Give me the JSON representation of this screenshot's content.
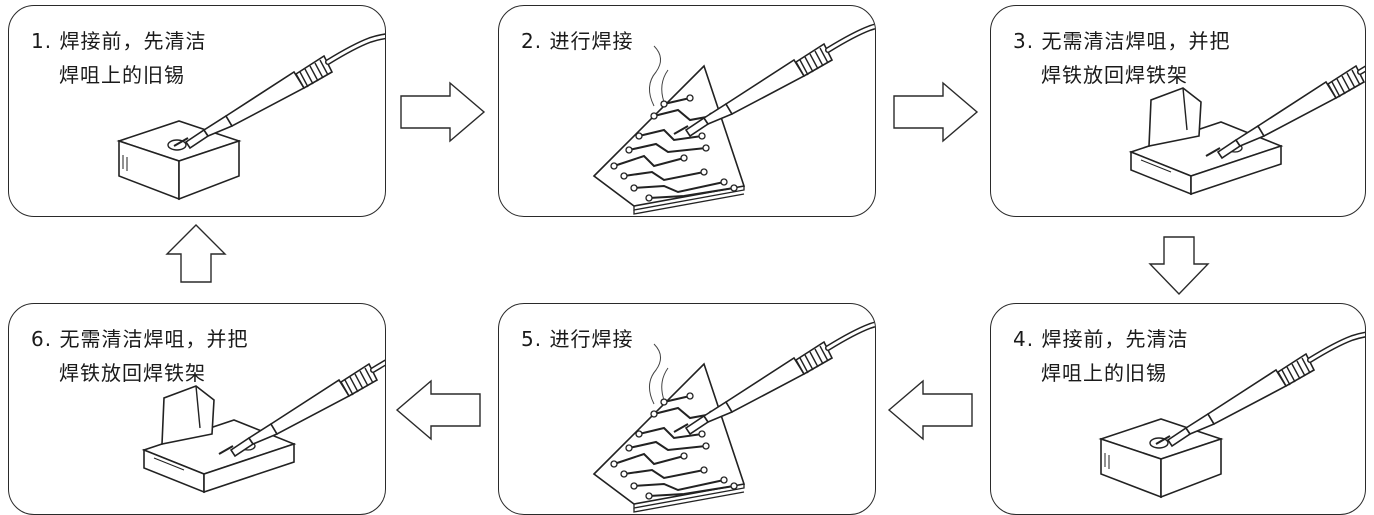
{
  "steps": [
    {
      "number": "1.",
      "line1": "焊接前，先清洁",
      "line2": "焊咀上的旧锡",
      "illustration": "iron-on-sponge"
    },
    {
      "number": "2.",
      "line1": "进行焊接",
      "line2": "",
      "illustration": "iron-soldering-pcb"
    },
    {
      "number": "3.",
      "line1": "无需清洁焊咀，并把",
      "line2": "焊铁放回焊铁架",
      "illustration": "iron-in-stand"
    },
    {
      "number": "4.",
      "line1": "焊接前，先清洁",
      "line2": "焊咀上的旧锡",
      "illustration": "iron-on-sponge"
    },
    {
      "number": "5.",
      "line1": "进行焊接",
      "line2": "",
      "illustration": "iron-soldering-pcb"
    },
    {
      "number": "6.",
      "line1": "无需清洁焊咀，并把",
      "line2": "焊铁放回焊铁架",
      "illustration": "iron-in-stand"
    }
  ],
  "arrows": [
    "right-arrow",
    "right-arrow",
    "down-arrow",
    "left-arrow",
    "left-arrow",
    "up-arrow"
  ],
  "colors": {
    "stroke": "#2a2a2a",
    "background": "#ffffff"
  }
}
